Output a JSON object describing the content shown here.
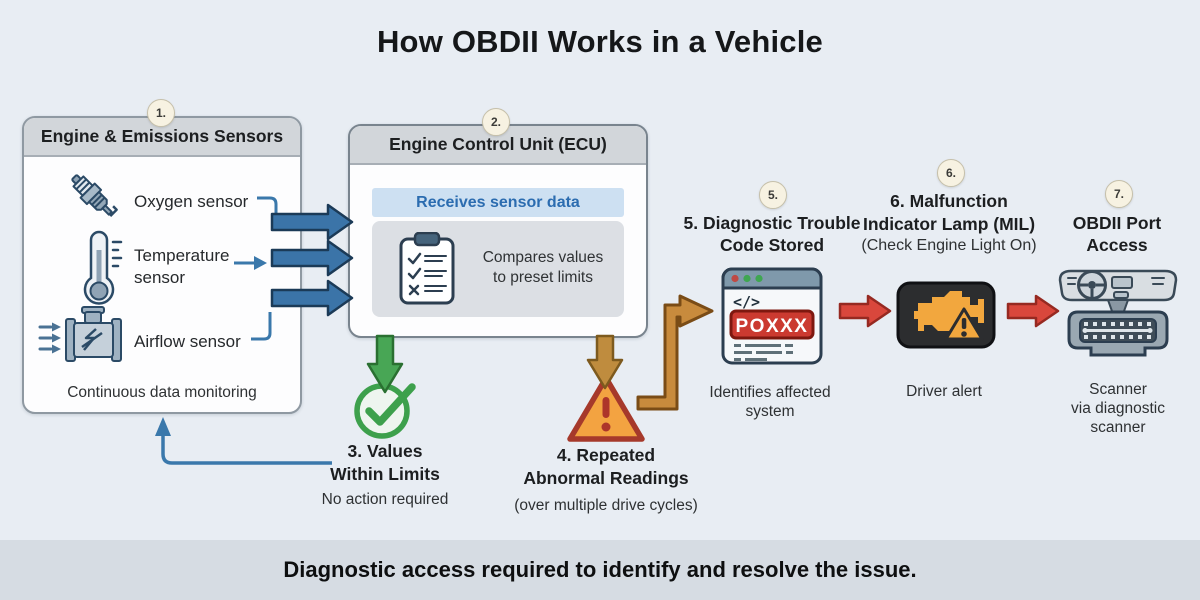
{
  "title": "How OBDII Works in a Vehicle",
  "footer": {
    "text": "Diagnostic access required to identify and resolve the issue."
  },
  "box1": {
    "badge": "1.",
    "title": "Engine & Emissions Sensors",
    "sensors": [
      {
        "label": "Oxygen sensor",
        "icon": "spark-plug-icon"
      },
      {
        "label": "Temperature sensor",
        "icon": "thermometer-icon"
      },
      {
        "label": "Airflow sensor",
        "icon": "airflow-sensor-icon"
      }
    ],
    "caption": "Continuous data monitoring"
  },
  "box2": {
    "badge": "2.",
    "title": "Engine Control Unit (ECU)",
    "banner": "Receives sensor data",
    "body_line1": "Compares values",
    "body_line2": "to preset limits"
  },
  "step3": {
    "title_line1": "3. Values",
    "title_line2": "Within Limits",
    "caption": "No action required"
  },
  "step4": {
    "title_line1": "4. Repeated",
    "title_line2": "Abnormal Readings",
    "caption": "(over multiple drive cycles)"
  },
  "step5": {
    "badge": "5.",
    "title_line1": "5. Diagnostic Trouble",
    "title_line2": "Code Stored",
    "code_symbol": "</>",
    "code": "POXXX",
    "caption_line1": "Identifies affected",
    "caption_line2": "system"
  },
  "step6": {
    "badge": "6.",
    "title_line1": "6. Malfunction",
    "title_line2": "Indicator Lamp (MIL)",
    "note": "(Check Engine Light On)",
    "caption": "Driver alert"
  },
  "step7": {
    "badge": "7.",
    "title_line1": "OBDII Port",
    "title_line2": "Access",
    "caption_line1": "Scanner",
    "caption_line2": "via diagnostic",
    "caption_line3": "scanner"
  },
  "colors": {
    "background": "#e8edf3",
    "footer_band": "#d6dce3",
    "box_header_gray": "#d2d6da",
    "arrow_blue": "#3b74a8",
    "arrow_green": "#48a655",
    "arrow_amber": "#c88b3d",
    "arrow_red": "#d9473c",
    "banner_blue_bg": "#cde0f2",
    "banner_blue_text": "#2b6cb0",
    "dtc_code_red": "#cb3a30",
    "mil_amber": "#f2a73e",
    "check_green": "#3da04c",
    "warning_orange": "#f3a341"
  }
}
